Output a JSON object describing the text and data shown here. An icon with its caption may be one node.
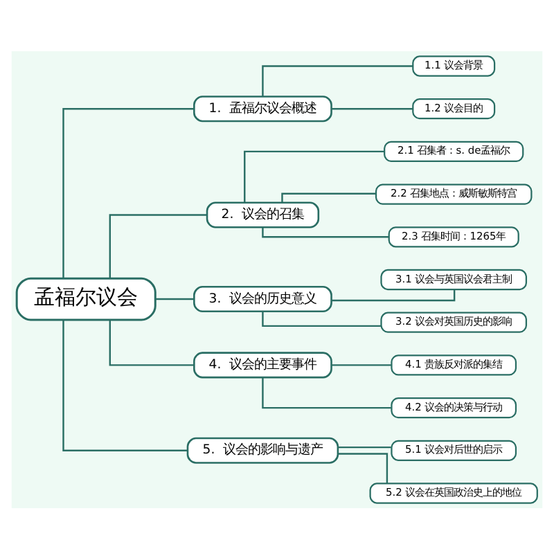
{
  "diagram": {
    "nodes": [
      {
        "text": [
          "孟福尔议会"
        ]
      },
      {
        "text": [
          "1.  孟福尔议会概述"
        ]
      },
      {
        "text": [
          "1.1 议会背景"
        ]
      },
      {
        "text": [
          "1.2 议会目的"
        ]
      },
      {
        "text": [
          "2.  议会的召集"
        ]
      },
      {
        "text": [
          "2.1 召集者：s. de孟福尔"
        ]
      },
      {
        "text": [
          "2.2 召集地点：威斯敏斯特宫"
        ]
      },
      {
        "text": [
          "2.3 召集时间：1265年"
        ]
      },
      {
        "text": [
          "3.  议会的历史意义"
        ]
      },
      {
        "text": [
          "3.1 议会与英国议会君主制"
        ]
      },
      {
        "text": [
          "3.2 议会对英国历史的影响"
        ]
      },
      {
        "text": [
          "4.  议会的主要事件"
        ]
      },
      {
        "text": [
          "4.1 贵族反对派的集结"
        ]
      },
      {
        "text": [
          "4.2 议会的决策与行动"
        ]
      },
      {
        "text": [
          "5.  议会的影响与遗产"
        ]
      },
      {
        "text": [
          "5.1 议会对后世的启示"
        ]
      },
      {
        "text": [
          "5.2 议会在英国政治史上的地位"
        ]
      }
    ],
    "edges": [
      {
        "from": 0,
        "to": 1,
        "arrow": "none"
      },
      {
        "from": 1,
        "to": 2,
        "arrow": "none"
      },
      {
        "from": 1,
        "to": 3,
        "arrow": "none"
      },
      {
        "from": 0,
        "to": 4,
        "arrow": "none"
      },
      {
        "from": 4,
        "to": 5,
        "arrow": "none"
      },
      {
        "from": 4,
        "to": 6,
        "arrow": "none"
      },
      {
        "from": 4,
        "to": 7,
        "arrow": "none"
      },
      {
        "from": 0,
        "to": 8,
        "arrow": "none"
      },
      {
        "from": 8,
        "to": 9,
        "arrow": "none"
      },
      {
        "from": 8,
        "to": 10,
        "arrow": "none"
      },
      {
        "from": 0,
        "to": 11,
        "arrow": "none"
      },
      {
        "from": 11,
        "to": 12,
        "arrow": "none"
      },
      {
        "from": 11,
        "to": 13,
        "arrow": "none"
      },
      {
        "from": 0,
        "to": 14,
        "arrow": "none"
      },
      {
        "from": 14,
        "to": 15,
        "arrow": "none"
      },
      {
        "from": 14,
        "to": 16,
        "arrow": "none"
      }
    ]
  }
}
